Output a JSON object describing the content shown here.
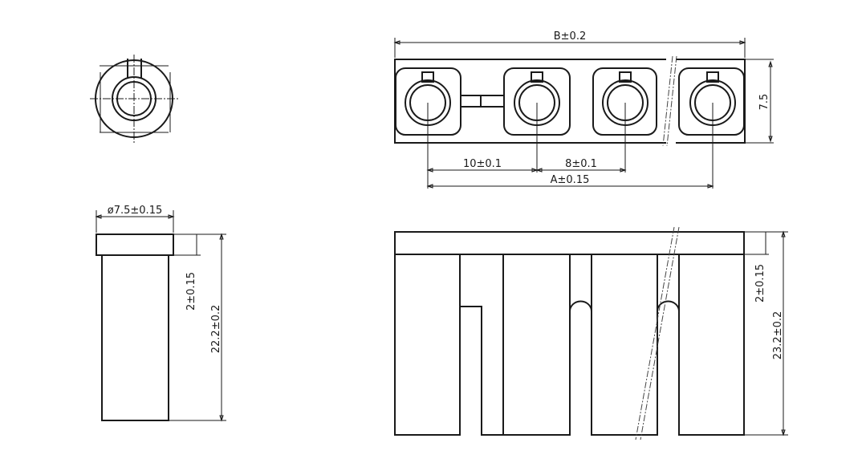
{
  "dimensions": {
    "diameter": "ø7.5±0.15",
    "cap_height_left": "2±0.15",
    "total_height_left": "22.2±0.2",
    "overall_length": "B±0.2",
    "width": "7.5",
    "pitch_1": "10±0.1",
    "pitch_2": "8±0.1",
    "pitch_total": "A±0.15",
    "cap_height_right": "2±0.15",
    "total_height_right": "23.2±0.2"
  }
}
